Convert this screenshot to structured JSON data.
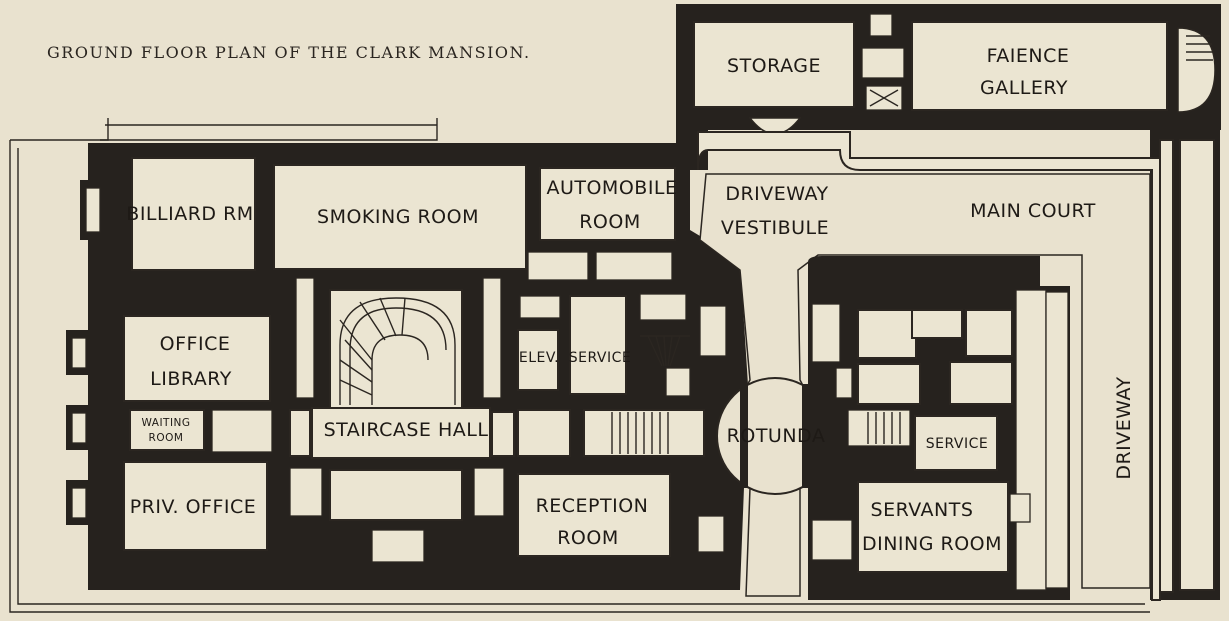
{
  "title": "GROUND FLOOR PLAN OF THE CLARK MANSION.",
  "labels": {
    "storage": "STORAGE",
    "faience_line1": "FAIENCE",
    "faience_line2": "GALLERY",
    "billiard": "BILLIARD RM",
    "smoking": "SMOKING ROOM",
    "automobile_line1": "AUTOMOBILE",
    "automobile_line2": "ROOM",
    "driveway_vestibule_line1": "DRIVEWAY",
    "driveway_vestibule_line2": "VESTIBULE",
    "main_court": "MAIN COURT",
    "office_library_line1": "OFFICE",
    "office_library_line2": "LIBRARY",
    "elev": "ELEV.",
    "service_upper": "SERVICE",
    "waiting_line1": "WAITING",
    "waiting_line2": "ROOM",
    "staircase_hall": "STAIRCASE HALL",
    "rotunda": "ROTUNDA",
    "service_right": "SERVICE",
    "driveway": "DRIVEWAY",
    "priv_office": "PRIV. OFFICE",
    "reception_line1": "RECEPTION",
    "reception_line2": "ROOM",
    "servants_line1": "SERVANTS",
    "servants_line2": "DINING ROOM"
  }
}
